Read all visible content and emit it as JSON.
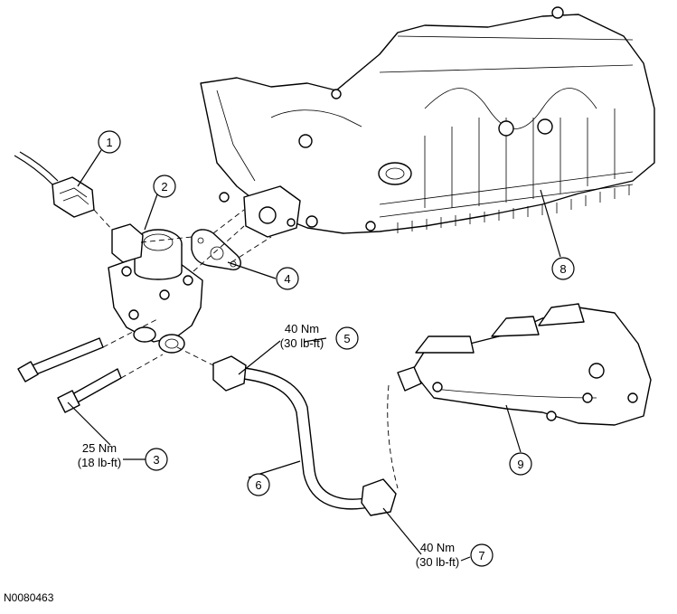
{
  "callouts": [
    {
      "id": "1",
      "label": "1"
    },
    {
      "id": "2",
      "label": "2"
    },
    {
      "id": "3",
      "label": "3"
    },
    {
      "id": "4",
      "label": "4"
    },
    {
      "id": "5",
      "label": "5"
    },
    {
      "id": "6",
      "label": "6"
    },
    {
      "id": "7",
      "label": "7"
    },
    {
      "id": "8",
      "label": "8"
    },
    {
      "id": "9",
      "label": "9"
    }
  ],
  "torque": {
    "t3": {
      "nm": "25 Nm",
      "lbft": "(18 lb-ft)"
    },
    "t5": {
      "nm": "40 Nm",
      "lbft": "(30 lb-ft)"
    },
    "t7": {
      "nm": "40 Nm",
      "lbft": "(30 lb-ft)"
    }
  },
  "document_id": "N0080463"
}
